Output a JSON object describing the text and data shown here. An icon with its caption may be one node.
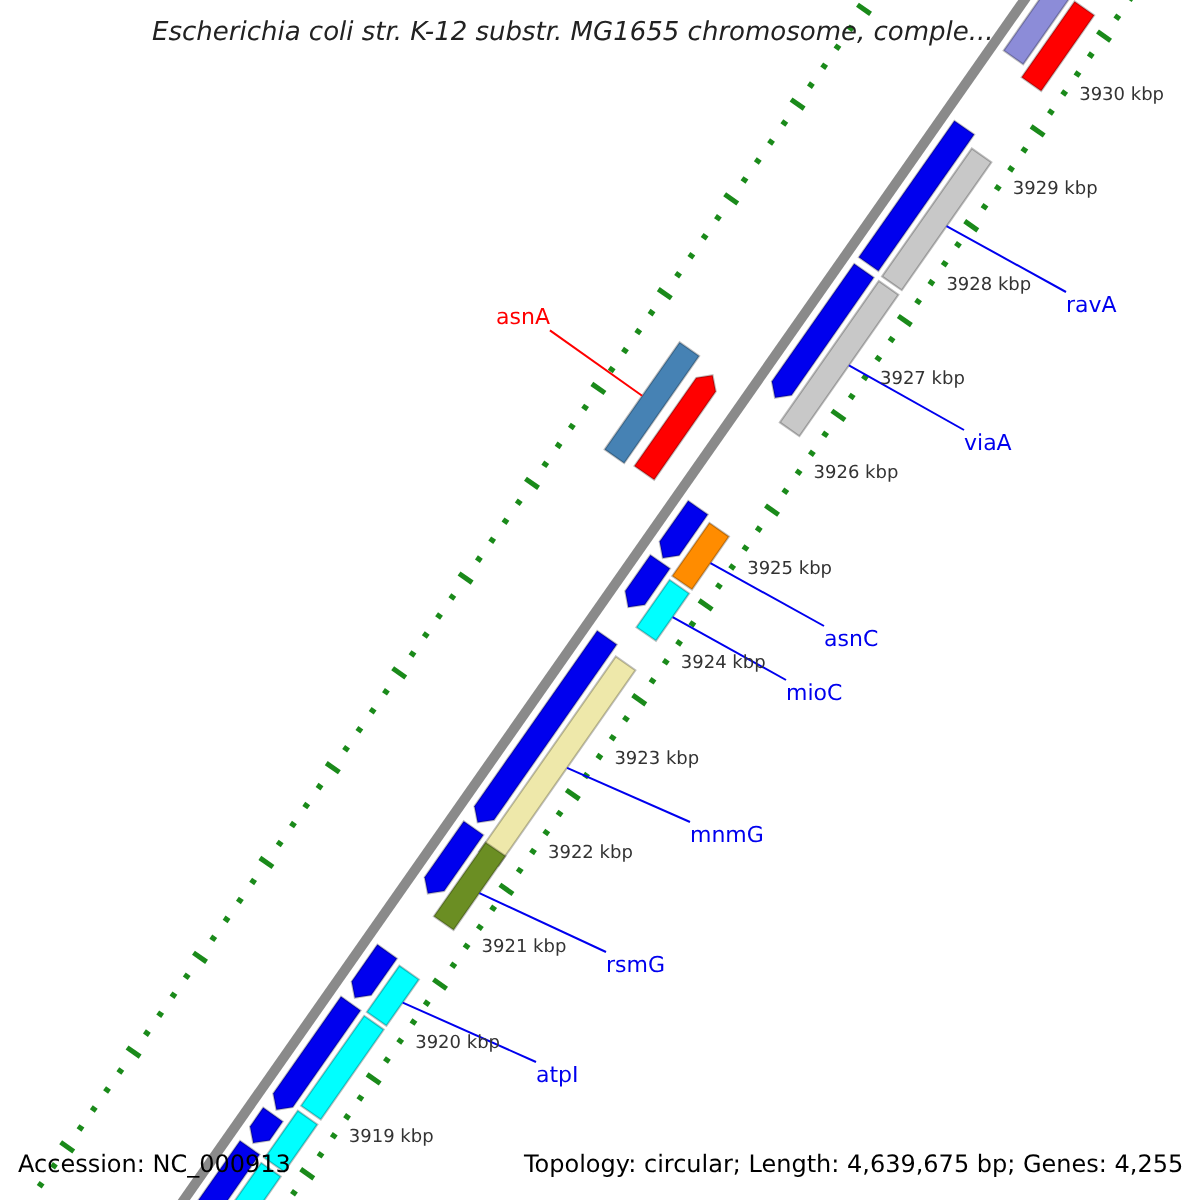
{
  "diagram": {
    "title": "Escherichia coli str. K-12 substr. MG1655 chromosome, comple...",
    "nodes": [
      {
        "text": [
          "ravA"
        ]
      },
      {
        "text": [
          "asnA"
        ]
      },
      {
        "text": [
          "viaA"
        ]
      },
      {
        "text": [
          "asnC"
        ]
      },
      {
        "text": [
          "mioC"
        ]
      },
      {
        "text": [
          "mnmG"
        ]
      },
      {
        "text": [
          "rsmG"
        ]
      },
      {
        "text": [
          "atpI"
        ]
      },
      {
        "text": [],
        "shape": "bar"
      },
      {
        "text": [],
        "shape": "bar"
      },
      {
        "text": [],
        "shape": "bar"
      },
      {
        "text": [],
        "shape": "bar"
      },
      {
        "text": [],
        "shape": "arrow"
      },
      {
        "text": [],
        "shape": "bar"
      },
      {
        "text": [],
        "shape": "bar"
      },
      {
        "text": [],
        "shape": "arrow"
      },
      {
        "text": [],
        "shape": "arrow"
      },
      {
        "text": [],
        "shape": "bar"
      },
      {
        "text": [],
        "shape": "arrow"
      },
      {
        "text": [],
        "shape": "bar"
      },
      {
        "text": [],
        "shape": "arrow"
      },
      {
        "text": [],
        "shape": "bar"
      },
      {
        "text": [],
        "shape": "arrow"
      },
      {
        "text": [],
        "shape": "bar"
      },
      {
        "text": [],
        "shape": "arrow"
      },
      {
        "text": [],
        "shape": "bar"
      },
      {
        "text": [],
        "shape": "arrow"
      },
      {
        "text": [],
        "shape": "bar"
      },
      {
        "text": [],
        "shape": "arrow"
      },
      {
        "text": [],
        "shape": "bar"
      },
      {
        "text": [],
        "shape": "arrow"
      },
      {
        "text": [],
        "shape": "bar"
      }
    ],
    "edges": [
      {
        "from": 0,
        "to": 11,
        "arrow": "none"
      },
      {
        "from": 1,
        "to": 14,
        "arrow": "none",
        "color": "#ff0000"
      },
      {
        "from": 2,
        "to": 13,
        "arrow": "none"
      },
      {
        "from": 3,
        "to": 17,
        "arrow": "none"
      },
      {
        "from": 4,
        "to": 19,
        "arrow": "none"
      },
      {
        "from": 5,
        "to": 21,
        "arrow": "none"
      },
      {
        "from": 6,
        "to": 23,
        "arrow": "none"
      },
      {
        "from": 7,
        "to": 25,
        "arrow": "none"
      }
    ],
    "labels": [
      "3930 kbp",
      "3929 kbp",
      "3928 kbp",
      "3927 kbp",
      "3926 kbp",
      "3925 kbp",
      "3924 kbp",
      "3923 kbp",
      "3922 kbp",
      "3921 kbp",
      "3920 kbp",
      "3919 kbp",
      "Accession: NC_000913",
      "Topology: circular; Length: 4,639,675 bp; Genes: 4,255"
    ]
  }
}
